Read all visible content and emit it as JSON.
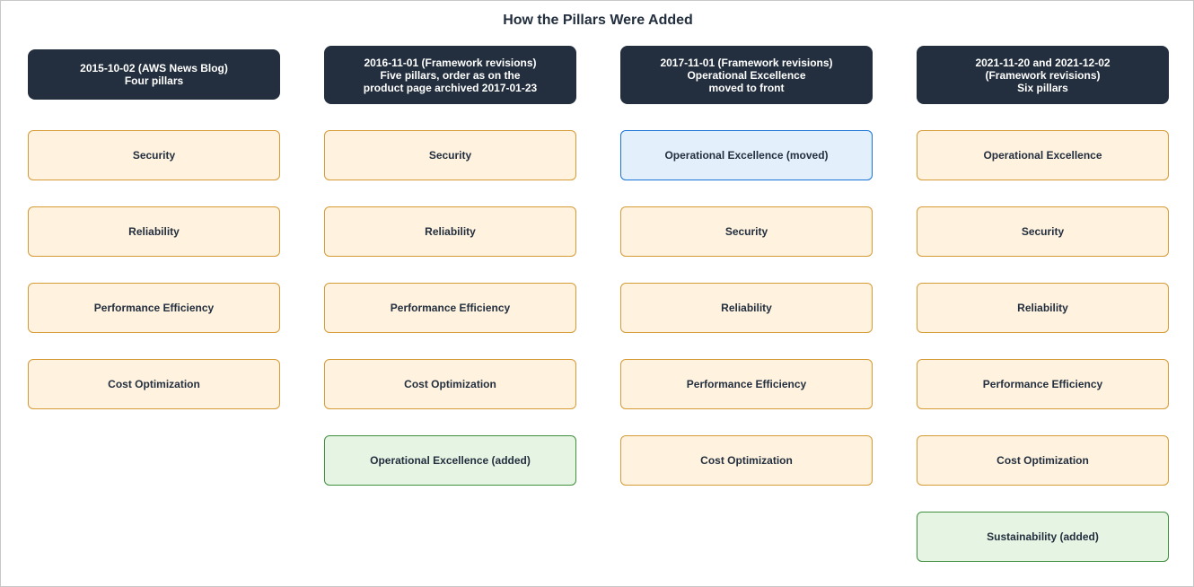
{
  "title": "How the Pillars Were Added",
  "columns": [
    {
      "header": "2015-10-02 (AWS News Blog)\nFour pillars",
      "pillars": [
        {
          "label": "Security",
          "status": "existing"
        },
        {
          "label": "Reliability",
          "status": "existing"
        },
        {
          "label": "Performance Efficiency",
          "status": "existing"
        },
        {
          "label": "Cost Optimization",
          "status": "existing"
        }
      ]
    },
    {
      "header": "2016-11-01 (Framework revisions)\nFive pillars, order as on the\nproduct page archived 2017-01-23",
      "pillars": [
        {
          "label": "Security",
          "status": "existing"
        },
        {
          "label": "Reliability",
          "status": "existing"
        },
        {
          "label": "Performance Efficiency",
          "status": "existing"
        },
        {
          "label": "Cost Optimization",
          "status": "existing"
        },
        {
          "label": "Operational Excellence (added)",
          "status": "added"
        }
      ]
    },
    {
      "header": "2017-11-01 (Framework revisions)\nOperational Excellence\nmoved to front",
      "pillars": [
        {
          "label": "Operational Excellence (moved)",
          "status": "moved"
        },
        {
          "label": "Security",
          "status": "existing"
        },
        {
          "label": "Reliability",
          "status": "existing"
        },
        {
          "label": "Performance Efficiency",
          "status": "existing"
        },
        {
          "label": "Cost Optimization",
          "status": "existing"
        }
      ]
    },
    {
      "header": "2021-11-20 and 2021-12-02\n(Framework revisions)\nSix pillars",
      "pillars": [
        {
          "label": "Operational Excellence",
          "status": "existing"
        },
        {
          "label": "Security",
          "status": "existing"
        },
        {
          "label": "Reliability",
          "status": "existing"
        },
        {
          "label": "Performance Efficiency",
          "status": "existing"
        },
        {
          "label": "Cost Optimization",
          "status": "existing"
        },
        {
          "label": "Sustainability (added)",
          "status": "added"
        }
      ]
    }
  ],
  "colors": {
    "header_bg": "#232f3e",
    "existing_bg": "#fff2df",
    "existing_border": "#d79b36",
    "added_bg": "#e6f4e4",
    "added_border": "#3f8f3f",
    "moved_bg": "#e3f0fc",
    "moved_border": "#1a73d9"
  }
}
